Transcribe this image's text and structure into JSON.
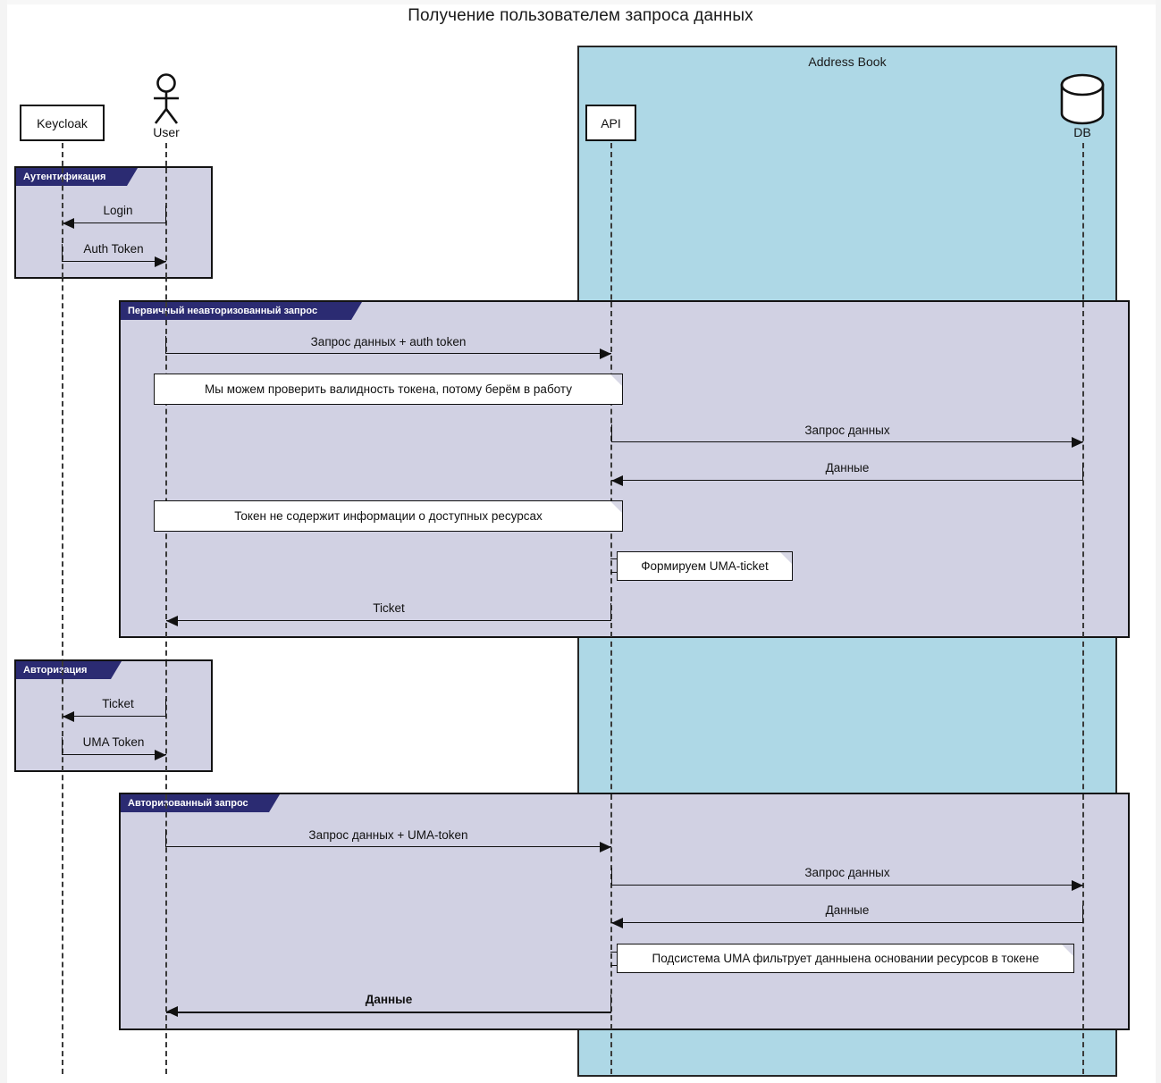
{
  "title": "Получение пользователем запроса данных",
  "participants": [
    {
      "id": "keycloak",
      "name": "Keycloak",
      "type": "box"
    },
    {
      "id": "user",
      "name": "User",
      "type": "actor"
    },
    {
      "id": "api",
      "name": "API",
      "type": "box"
    },
    {
      "id": "db",
      "name": "DB",
      "type": "database"
    }
  ],
  "group": {
    "label": "Address Book",
    "fill": "#aed8e6"
  },
  "fragments": [
    {
      "id": "frag-auth",
      "label": "Аутентификация"
    },
    {
      "id": "frag-unauth",
      "label": "Первичный неавторизованный запрос"
    },
    {
      "id": "frag-authz",
      "label": "Авторизация"
    },
    {
      "id": "frag-authorized",
      "label": "Авторизованный запрос"
    }
  ],
  "messages": [
    {
      "id": "m1",
      "label": "Login",
      "from": "user",
      "to": "keycloak",
      "bold": false
    },
    {
      "id": "m2",
      "label": "Auth Token",
      "from": "keycloak",
      "to": "user",
      "bold": false
    },
    {
      "id": "m3",
      "label": "Запрос данных + auth token",
      "from": "user",
      "to": "api",
      "bold": false
    },
    {
      "id": "m4",
      "label": "Запрос данных",
      "from": "api",
      "to": "db",
      "bold": false
    },
    {
      "id": "m5",
      "label": "Данные",
      "from": "db",
      "to": "api",
      "bold": false
    },
    {
      "id": "m6",
      "label": "Ticket",
      "from": "api",
      "to": "user",
      "bold": false
    },
    {
      "id": "m7",
      "label": "Ticket",
      "from": "user",
      "to": "keycloak",
      "bold": false
    },
    {
      "id": "m8",
      "label": "UMA Token",
      "from": "keycloak",
      "to": "user",
      "bold": false
    },
    {
      "id": "m9",
      "label": "Запрос данных + UMA-token",
      "from": "user",
      "to": "api",
      "bold": false
    },
    {
      "id": "m10",
      "label": "Запрос данных",
      "from": "api",
      "to": "db",
      "bold": false
    },
    {
      "id": "m11",
      "label": "Данные",
      "from": "db",
      "to": "api",
      "bold": false
    },
    {
      "id": "m12",
      "label": "Данные",
      "from": "api",
      "to": "user",
      "bold": true
    }
  ],
  "notes": [
    {
      "id": "n1",
      "text": "Мы можем проверить валидность токена, потому берём в работу",
      "on": "api"
    },
    {
      "id": "n2",
      "text": "Токен не содержит информации о доступных ресурсах",
      "on": "api"
    },
    {
      "id": "n3",
      "text": "Формируем UMA-ticket",
      "on": "api"
    },
    {
      "id": "n4",
      "text": "Подсистема UMA фильтрует данныена основании ресурсов в токене",
      "on": "api"
    }
  ],
  "colors": {
    "group_fill": "#aed8e6",
    "fragment_fill": "#d1d1e3",
    "fragment_tag": "#2b2b72",
    "stroke": "#111111",
    "note_fill": "#ffffff"
  }
}
